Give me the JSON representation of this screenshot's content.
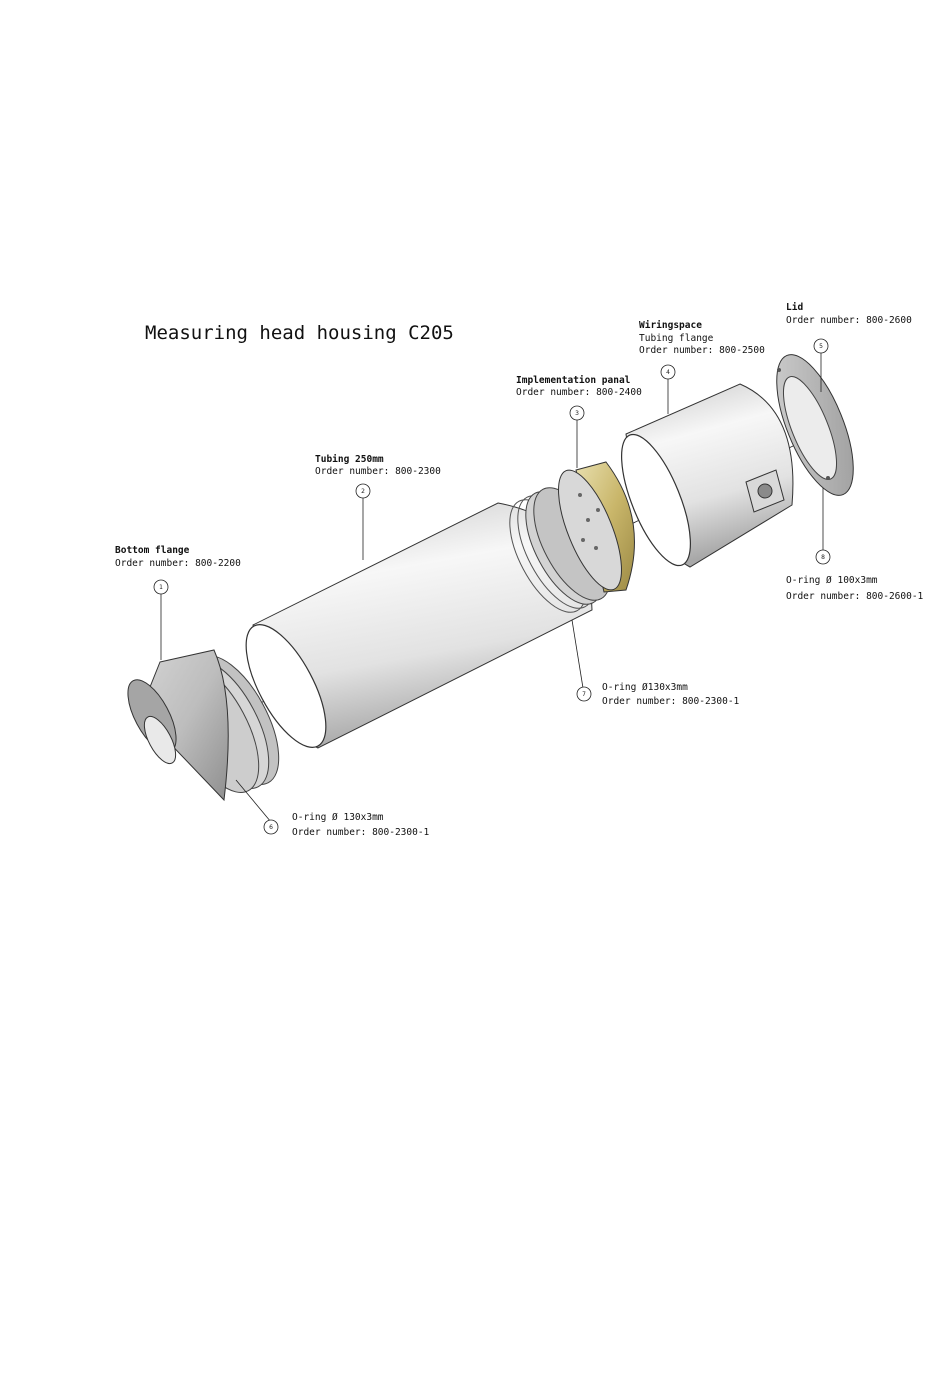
{
  "title": "Measuring head housing C205",
  "parts": [
    {
      "balloon": "1",
      "name": "Bottom flange",
      "order": "Order number: 800-2200"
    },
    {
      "balloon": "2",
      "name": "Tubing 250mm",
      "order": "Order number: 800-2300"
    },
    {
      "balloon": "3",
      "name": "Implementation panal",
      "order": "Order number: 800-2400"
    },
    {
      "balloon": "4",
      "name": "Wiringspace",
      "name2": "Tubing flange",
      "order": "Order number: 800-2500"
    },
    {
      "balloon": "5",
      "name": "Lid",
      "order": "Order number: 800-2600"
    },
    {
      "balloon": "6",
      "name": "O-ring Ø 130x3mm",
      "order": "Order number: 800-2300-1"
    },
    {
      "balloon": "7",
      "name": "O-ring Ø130x3mm",
      "order": "Order number: 800-2300-1"
    },
    {
      "balloon": "8",
      "name": "O-ring Ø 100x3mm",
      "order": "Order number: 800-2600-1"
    }
  ],
  "colors": {
    "metal_light": "#f2f2f2",
    "metal_mid": "#cfcfcf",
    "metal_dark": "#9a9a9a",
    "brass": "#c9b66a"
  }
}
